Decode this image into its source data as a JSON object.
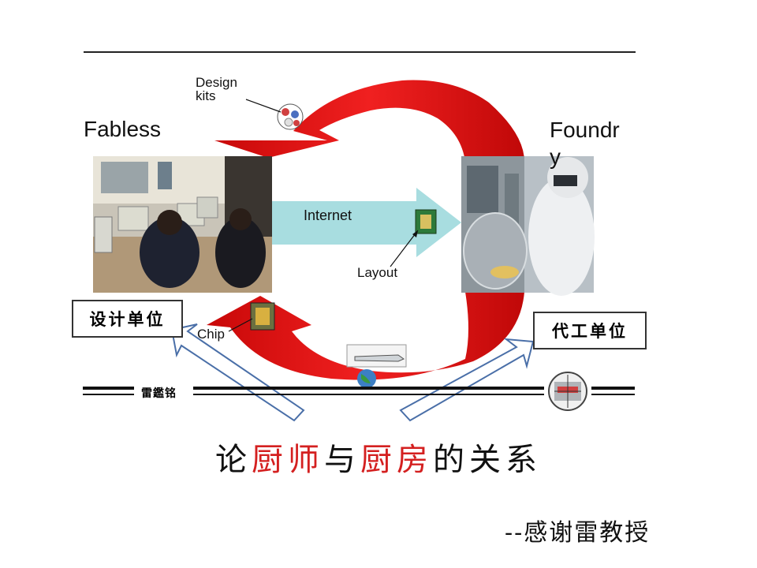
{
  "labels": {
    "fabless": "Fabless",
    "foundry": "Foundry",
    "design_kits": "Design\nkits",
    "internet": "Internet",
    "layout": "Layout",
    "chip": "Chip",
    "design_unit": "设计单位",
    "foundry_unit": "代工单位",
    "author": "雷鑑铭"
  },
  "title": {
    "part1": "论",
    "part2": "厨师",
    "part3": "与",
    "part4": "厨房",
    "part5": "的关系"
  },
  "thanks": "--感谢雷教授",
  "colors": {
    "arrow_red": "#e01010",
    "arrow_cyan": "#a8dde0",
    "highlight_red": "#d42020",
    "outline_arrow": "#4a6fa8"
  }
}
